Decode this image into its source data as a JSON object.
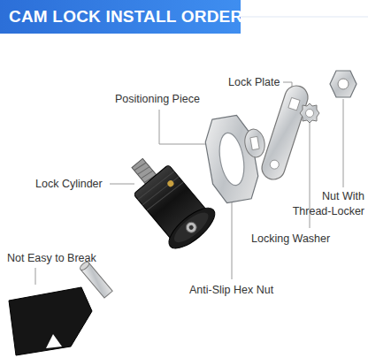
{
  "diagram": {
    "title": "CAM LOCK INSTALL ORDER",
    "labels": [
      "Lock Plate",
      "Positioning Piece",
      "Nut With Thread-Locker",
      "Lock Cylinder",
      "Locking Washer",
      "Not Easy to Break",
      "Anti-Slip Hex Nut"
    ]
  }
}
